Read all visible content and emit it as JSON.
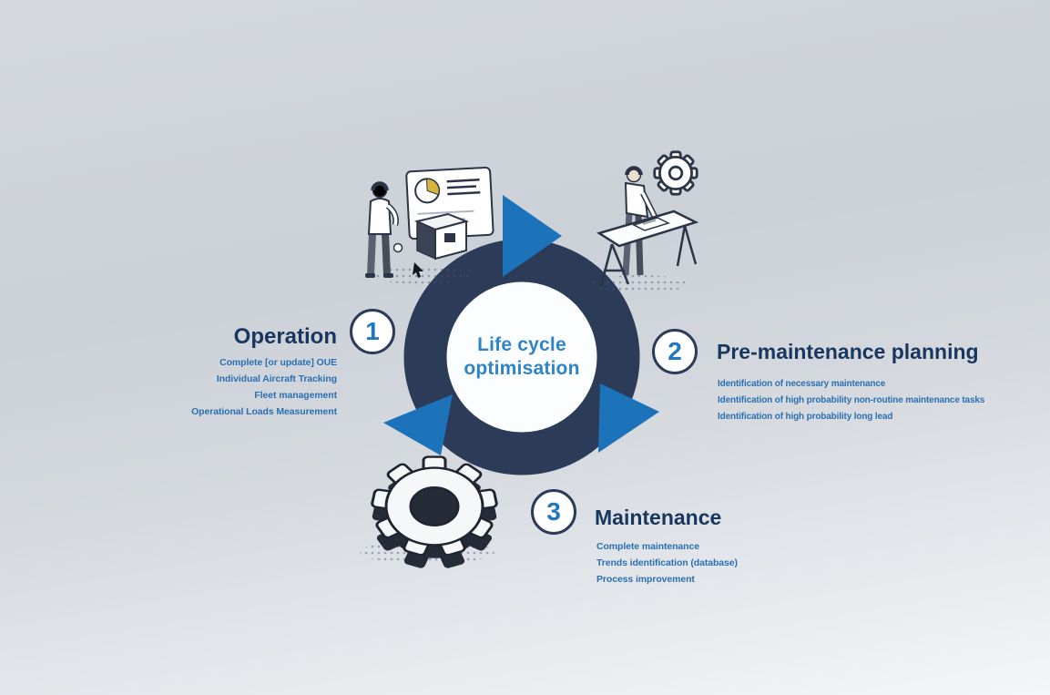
{
  "diagram": {
    "center": {
      "line1": "Life cycle",
      "line2": "optimisation"
    },
    "stages": [
      {
        "number": "1",
        "title": "Operation",
        "items": [
          "Complete [or update] OUE",
          "Individual Aircraft Tracking",
          "Fleet management",
          "Operational Loads Measurement"
        ]
      },
      {
        "number": "2",
        "title": "Pre-maintenance planning",
        "items": [
          "Identification of necessary maintenance",
          "Identification of high probability non-routine maintenance tasks",
          "Identification of high probability long lead"
        ]
      },
      {
        "number": "3",
        "title": "Maintenance",
        "items": [
          "Complete maintenance",
          "Trends identification (database)",
          "Process improvement"
        ]
      }
    ],
    "colors": {
      "ring": "#2b3b58",
      "arrow": "#1c73ba",
      "title": "#18375f",
      "item_text": "#2b70b2",
      "center_text": "#2e84c6",
      "badge_number": "#1f78c1"
    },
    "icons": [
      "arrow-top-icon",
      "arrow-right-icon",
      "arrow-left-icon",
      "pie-chart-icon",
      "report-card-icon",
      "printer-box-icon",
      "person-standing-icon",
      "cursor-icon",
      "ball-icon",
      "drafting-desk-icon",
      "worker-icon",
      "gear-outline-icon",
      "gear-3d-icon"
    ]
  }
}
